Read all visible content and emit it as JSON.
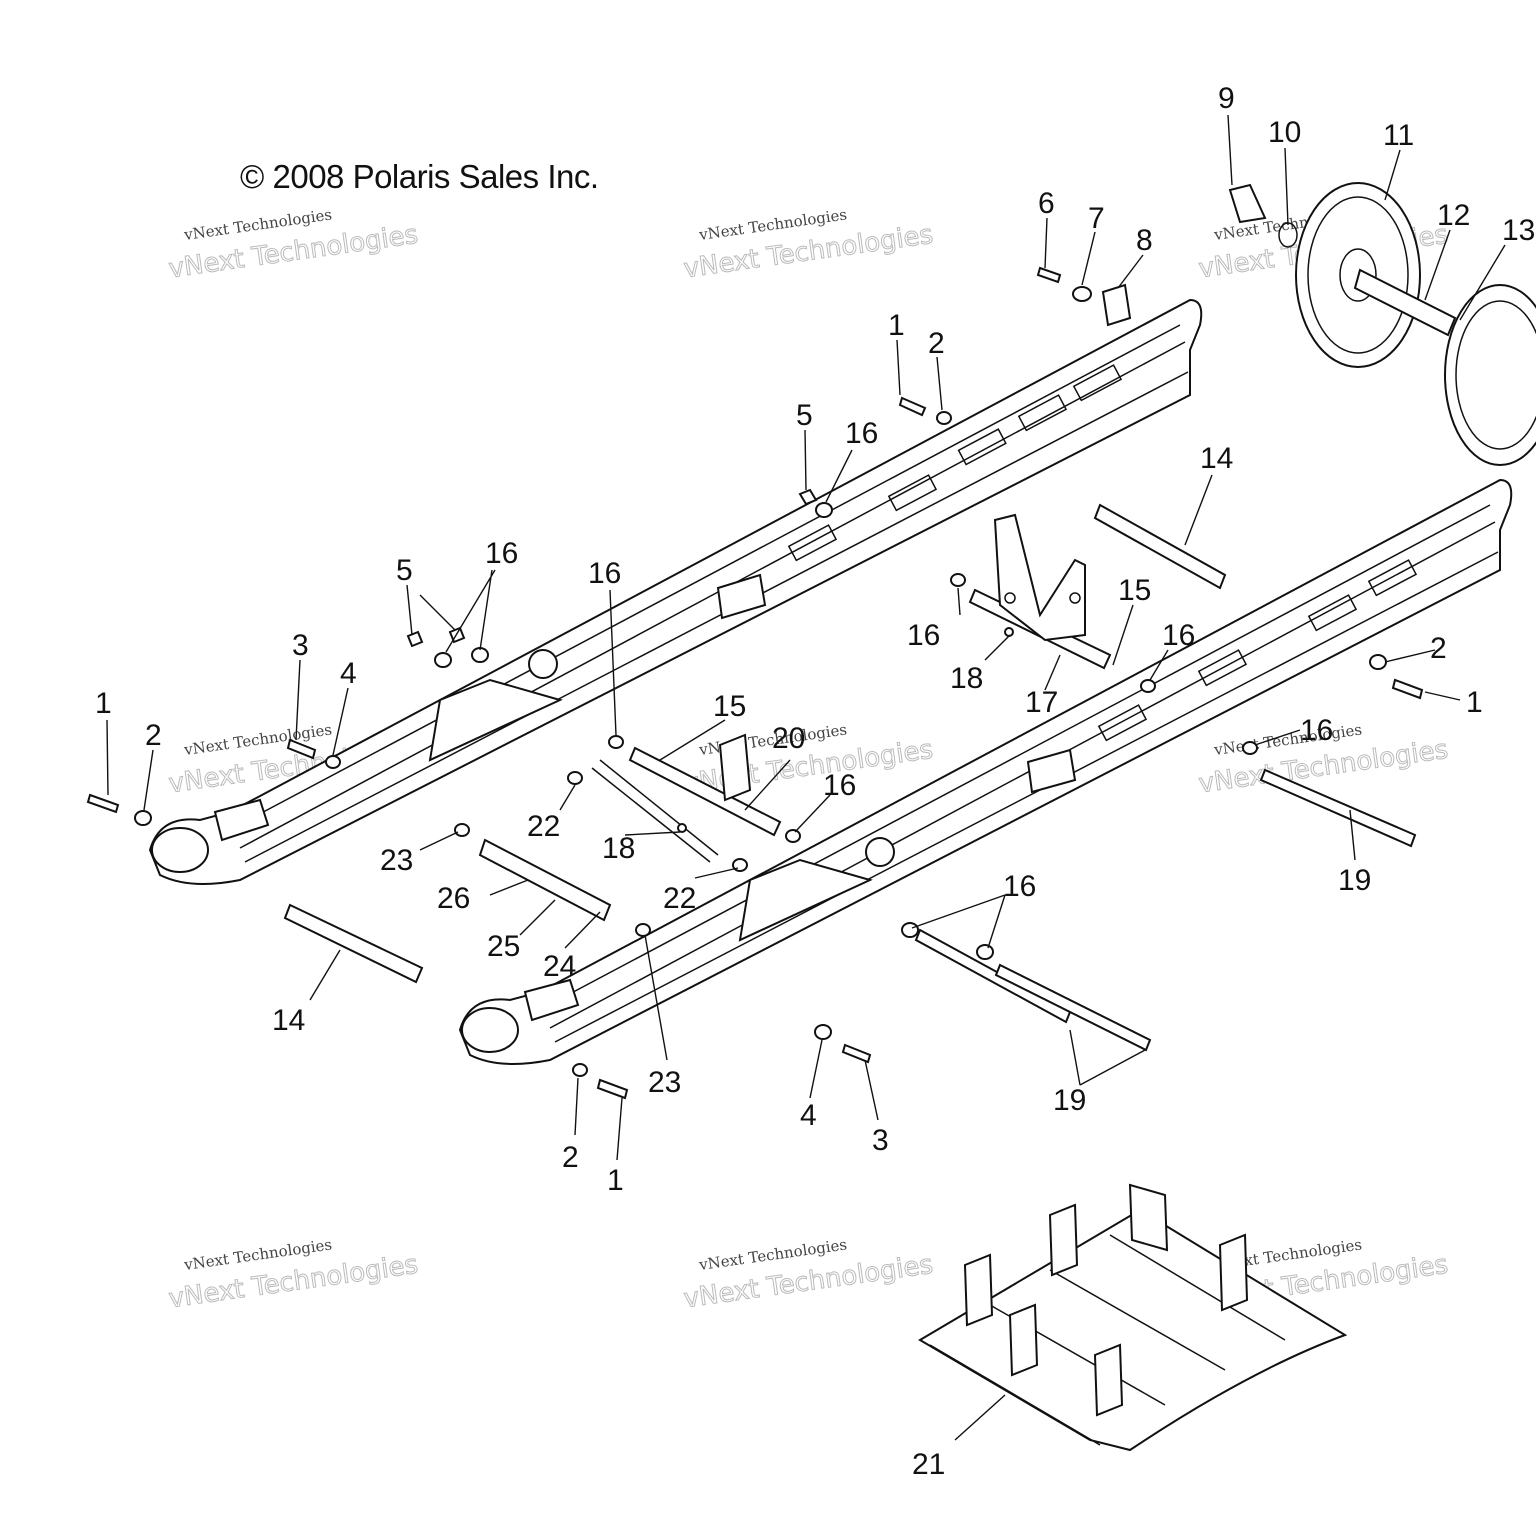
{
  "copyright": "© 2008 Polaris Sales Inc.",
  "watermark": {
    "small": "vNext Technologies",
    "big": "vNext Technologies"
  },
  "callouts": [
    {
      "label": "1"
    },
    {
      "label": "2"
    },
    {
      "label": "3"
    },
    {
      "label": "4"
    },
    {
      "label": "5"
    },
    {
      "label": "6"
    },
    {
      "label": "7"
    },
    {
      "label": "8"
    },
    {
      "label": "9"
    },
    {
      "label": "10"
    },
    {
      "label": "11"
    },
    {
      "label": "12"
    },
    {
      "label": "13"
    },
    {
      "label": "14"
    },
    {
      "label": "15"
    },
    {
      "label": "16"
    },
    {
      "label": "17"
    },
    {
      "label": "18"
    },
    {
      "label": "19"
    },
    {
      "label": "20"
    },
    {
      "label": "21"
    },
    {
      "label": "22"
    },
    {
      "label": "23"
    },
    {
      "label": "24"
    },
    {
      "label": "25"
    },
    {
      "label": "26"
    }
  ]
}
